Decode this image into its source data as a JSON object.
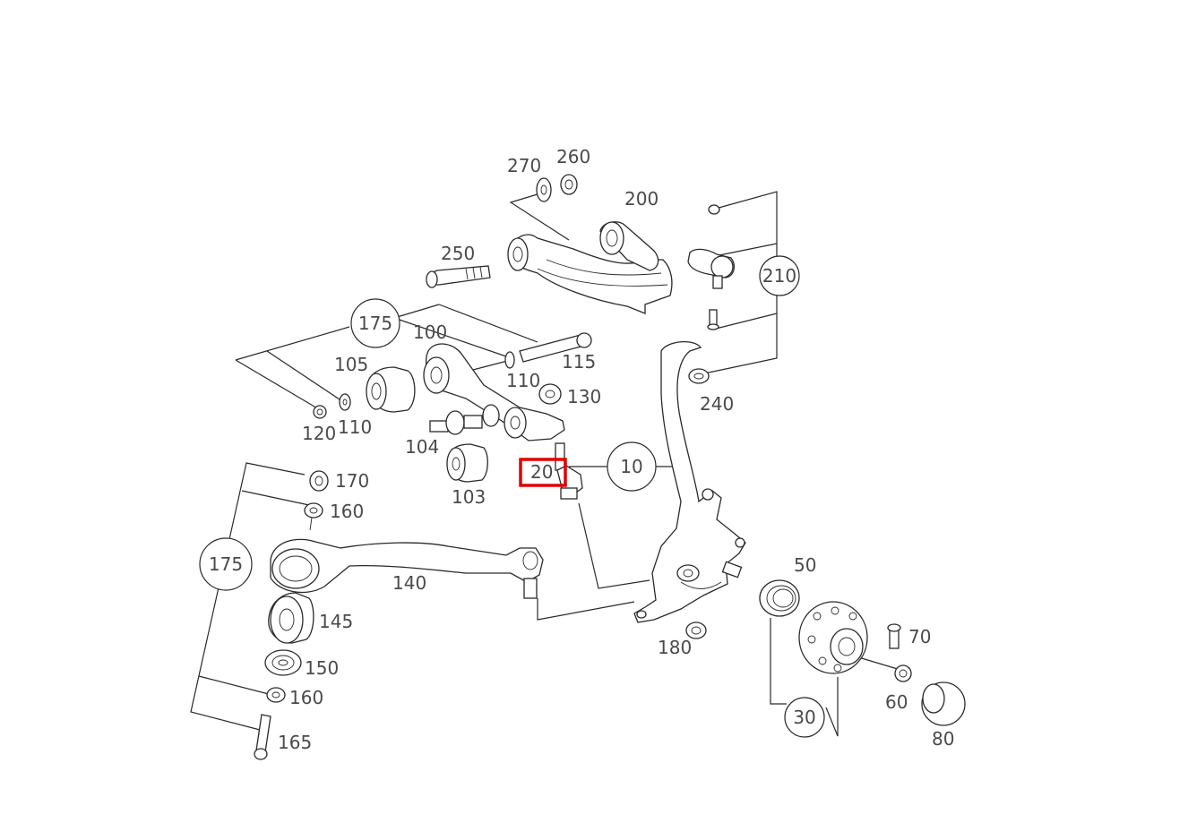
{
  "diagram": {
    "highlight_color": "#e00000",
    "labels": {
      "l270": "270",
      "l260": "260",
      "l200": "200",
      "l250": "250",
      "l210": "210",
      "l175a": "175",
      "l100": "100",
      "l105": "105",
      "l115": "115",
      "l110a": "110",
      "l130": "130",
      "l240": "240",
      "l120": "120",
      "l110b": "110",
      "l104": "104",
      "l10": "10",
      "l20": "20",
      "l103": "103",
      "l170": "170",
      "l160a": "160",
      "l175b": "175",
      "l140": "140",
      "l50": "50",
      "l145": "145",
      "l180": "180",
      "l70": "70",
      "l150": "150",
      "l60": "60",
      "l160b": "160",
      "l30": "30",
      "l80": "80",
      "l165": "165"
    }
  }
}
